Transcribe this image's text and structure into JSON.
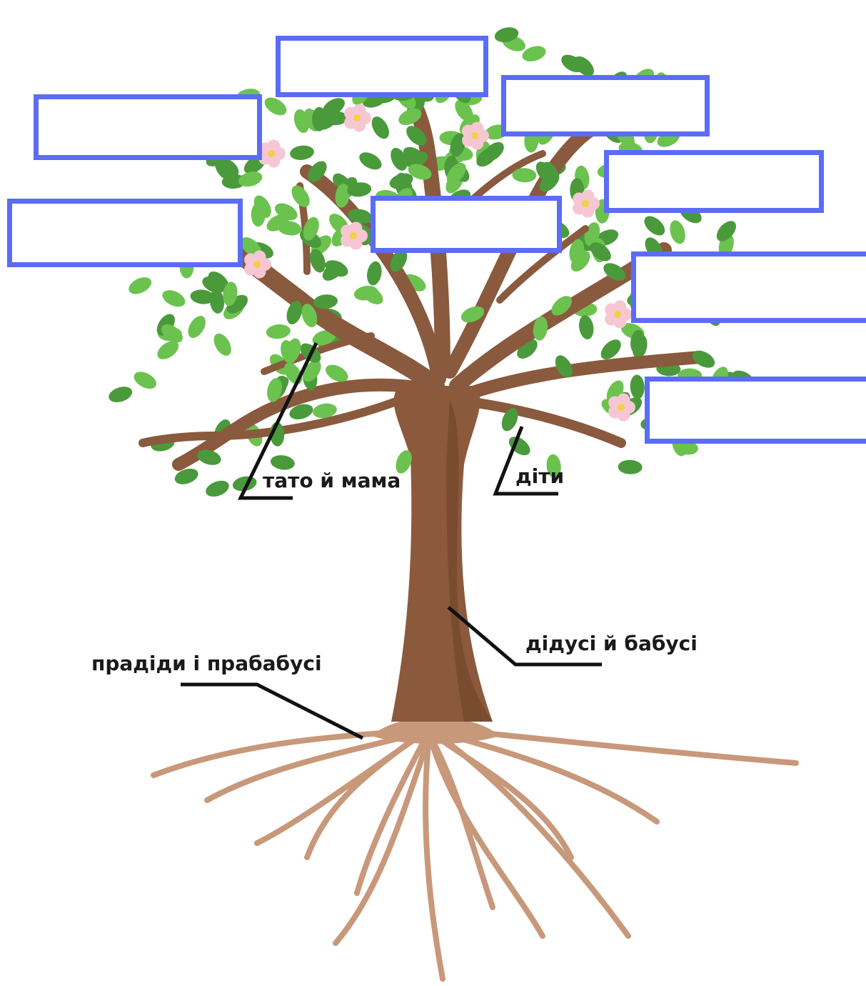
{
  "labels": {
    "parents": "тато й мама",
    "children": "діти",
    "grandparents": "дідусі й бабусі",
    "great_grandparents": "прадіди і прабабусі"
  },
  "colors": {
    "box_border": "#5b6cf5",
    "trunk": "#8b5a3c",
    "trunk_dark": "#6e4228",
    "branch": "#8a5a3e",
    "root": "#c8987a",
    "leaf": "#4a9a3c",
    "leaf_light": "#6cc24f",
    "blossom": "#f7c6d3",
    "line": "#111111"
  },
  "name_boxes": [
    {
      "id": "box-1",
      "value": ""
    },
    {
      "id": "box-2",
      "value": ""
    },
    {
      "id": "box-3",
      "value": ""
    },
    {
      "id": "box-4",
      "value": ""
    },
    {
      "id": "box-5",
      "value": ""
    },
    {
      "id": "box-6",
      "value": ""
    },
    {
      "id": "box-7",
      "value": ""
    },
    {
      "id": "box-8",
      "value": ""
    }
  ]
}
